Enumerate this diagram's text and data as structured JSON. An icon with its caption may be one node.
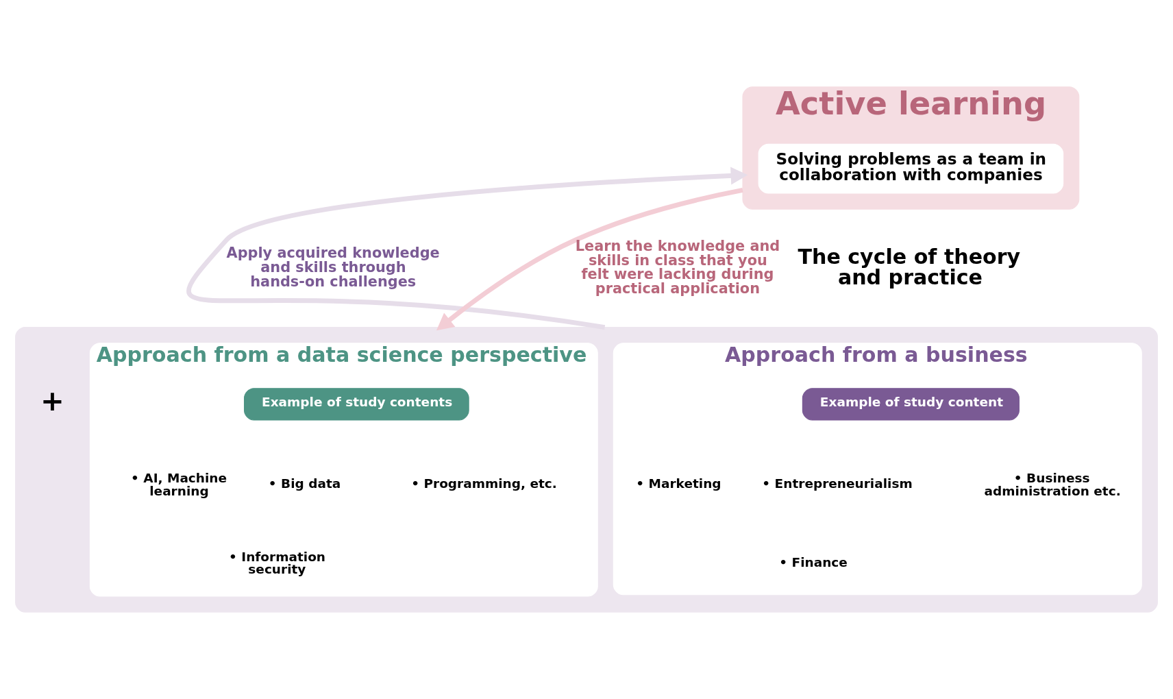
{
  "diagram": {
    "nodes": [
      {
        "text": [
          "Active learning"
        ]
      },
      {
        "text": [
          "Solving problems as a team in collaboration with companies"
        ],
        "in": 0
      },
      {
        "text": [],
        "shape": "box"
      },
      {
        "text": [
          "Approach from a business"
        ],
        "in": 2
      },
      {
        "text": [
          "Example of study content"
        ],
        "in": 3
      },
      {
        "text": [
          "Approach from a data science perspective"
        ],
        "in": 2
      },
      {
        "text": [
          "Example of study contents"
        ],
        "in": 5
      }
    ],
    "edges": [
      {
        "from": 2,
        "to": 0,
        "arrow": "to",
        "label": "Apply acquired knowledge and skills through hands-on challenges",
        "color": "#e6dde9"
      },
      {
        "from": 0,
        "to": 2,
        "arrow": "to",
        "label": "Learn the knowledge and skills in class that you felt were lacking during practical application",
        "color": "#f3cdd5"
      }
    ],
    "labels": [
      "The cycle of theory and practice",
      "+",
      "• Marketing",
      "• Entrepreneurialism",
      "• Finance",
      "• Business administration etc.",
      "• AI, Machine learning",
      "• Big data",
      "• Information security",
      "• Programming, etc."
    ]
  }
}
